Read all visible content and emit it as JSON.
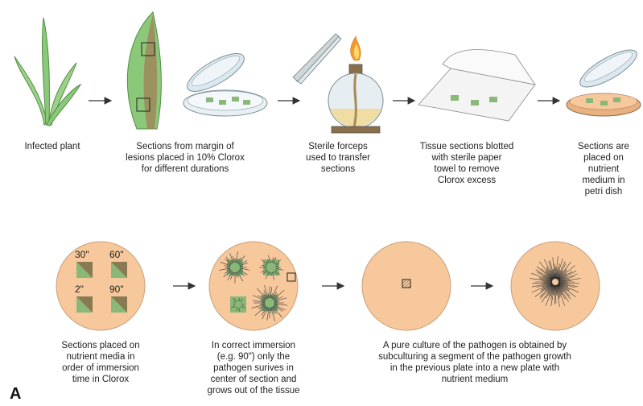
{
  "row1": {
    "steps": [
      {
        "caption": [
          "Infected plant"
        ]
      },
      {
        "caption": [
          "Sections from margin of",
          "lesions placed in 10% Clorox",
          "for different durations"
        ]
      },
      {
        "caption": [
          "Sterile forceps",
          "used to transfer",
          "sections"
        ]
      },
      {
        "caption": [
          "Tissue sections blotted",
          "with sterile paper",
          "towel to remove",
          "Clorox excess"
        ]
      },
      {
        "caption": [
          "Sections are",
          "placed on",
          "nutrient",
          "medium in",
          "petri dish"
        ]
      }
    ]
  },
  "row2": {
    "times": [
      "30\"",
      "60\"",
      "2\"",
      "90\""
    ],
    "steps": [
      {
        "caption": [
          "Sections placed on",
          "nutrient media in",
          "order of immersion",
          "time in Clorox"
        ]
      },
      {
        "caption": [
          "In correct immersion",
          "(e.g. 90\") only the",
          "pathogen surives in",
          "center of section and",
          "grows out of the tissue"
        ]
      },
      {
        "caption": [
          "A pure culture of the pathogen is obtained by",
          "subculturing a segment of the pathogen growth",
          "in the previous plate into a new plate with",
          "nutrient medium"
        ]
      }
    ]
  },
  "panel_label": "A",
  "colors": {
    "agar": "#f6c89c",
    "leaf": "#8cc87a",
    "leaf_dark": "#4e8f45",
    "tissue_green": "#8ab878",
    "tissue_brown": "#8a6f4a",
    "glass": "#dce8ef",
    "flame": "#f29a2e",
    "arrow": "#333333"
  }
}
